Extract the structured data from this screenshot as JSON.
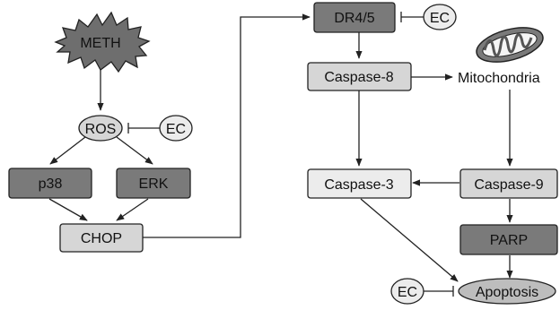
{
  "nodes": {
    "meth": "METH",
    "ros": "ROS",
    "ec_ros": "EC",
    "p38": "p38",
    "erk": "ERK",
    "chop": "CHOP",
    "dr45": "DR4/5",
    "ec_dr": "EC",
    "caspase8": "Caspase-8",
    "mitochondria": "Mitochondria",
    "caspase3": "Caspase-3",
    "caspase9": "Caspase-9",
    "parp": "PARP",
    "ec_apoptosis": "EC",
    "apoptosis": "Apoptosis"
  },
  "colors": {
    "dark_fill": "#7a7a7a",
    "mid_fill": "#bdbdbd",
    "light_fill": "#d6d6d6",
    "pale_fill": "#ececec",
    "stroke": "#222222"
  },
  "icons": {
    "mitochondria": "mitochondria-icon",
    "meth": "starburst-icon"
  }
}
